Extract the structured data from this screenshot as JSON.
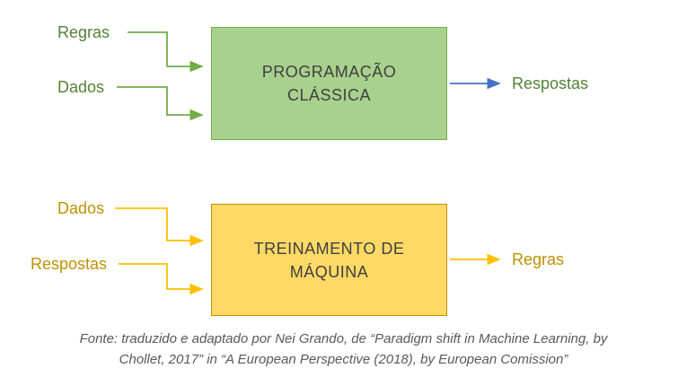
{
  "colors": {
    "classic_box_fill": "#a9d18e",
    "classic_box_border": "#70ad47",
    "green_text": "#538135",
    "green_arrow": "#70ad47",
    "blue_arrow": "#4472c4",
    "training_box_fill": "#ffd966",
    "training_box_border": "#bf9000",
    "orange_text": "#bf9000",
    "yellow_arrow": "#ffc000",
    "caption_text": "#595959",
    "box_text": "#3f3f3f"
  },
  "classical": {
    "box_label": "PROGRAMAÇÃO CLÁSSICA",
    "input1": "Regras",
    "input2": "Dados",
    "output": "Respostas"
  },
  "training": {
    "box_label": "TREINAMENTO DE MÁQUINA",
    "input1": "Dados",
    "input2": "Respostas",
    "output": "Regras"
  },
  "caption": {
    "line1": "Fonte: traduzido e adaptado por Nei Grando, de “Paradigm shift in Machine Learning, by",
    "line2": "Chollet, 2017” in “A European Perspective (2018), by European Comission”"
  }
}
